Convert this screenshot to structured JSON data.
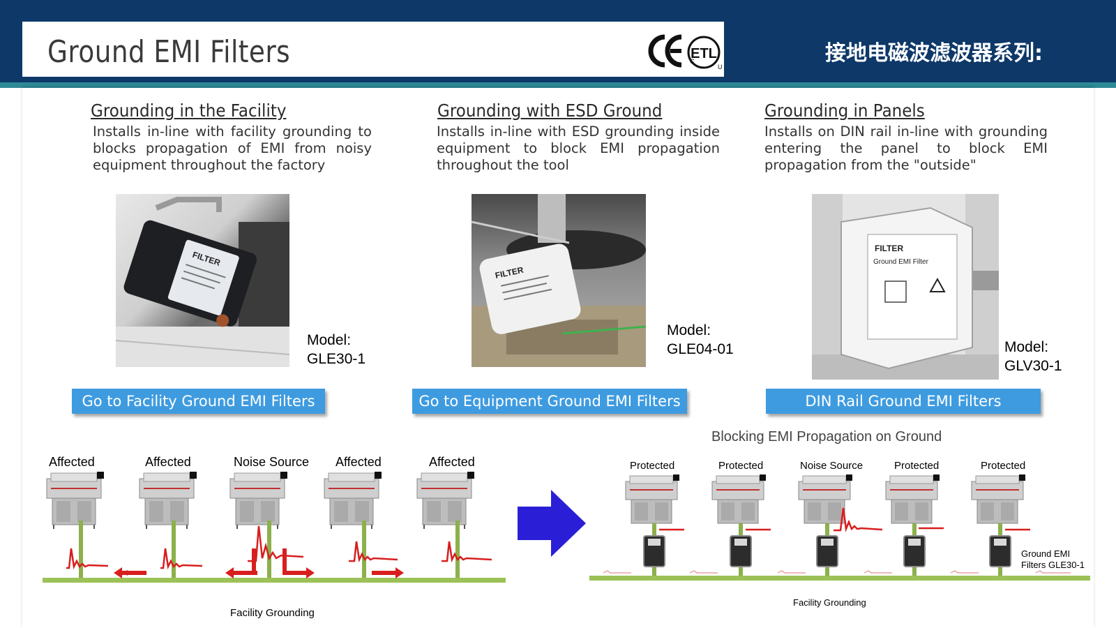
{
  "header": {
    "title": "Ground EMI Filters",
    "chinese_title": "接地电磁波滤波器系列:",
    "logos": [
      "ce-mark",
      "etl-listed-mark"
    ],
    "colors": {
      "band": "#0d3868",
      "strip": "#2e8a96",
      "button": "#3e9be0"
    }
  },
  "columns": [
    {
      "heading": "Grounding in the Facility",
      "description": "Installs in-line with facility grounding to blocks propagation of EMI from noisy equipment throughout the factory",
      "model_label": "Model:",
      "model": "GLE30-1",
      "button": "Go to Facility Ground EMI Filters",
      "photo_text": "FILTER"
    },
    {
      "heading": "Grounding with ESD Ground",
      "description": "Installs in-line with ESD grounding inside equipment to block EMI propagation throughout the tool",
      "model_label": "Model:",
      "model": "GLE04-01",
      "button": "Go to Equipment Ground EMI Filters",
      "photo_text": "FILTER"
    },
    {
      "heading": "Grounding in Panels",
      "description": "Installs on DIN rail in-line with grounding entering the panel to block EMI propagation from the \"outside\"",
      "model_label": "Model:",
      "model": "GLV30-1",
      "button": "DIN Rail Ground EMI Filters",
      "photo_text": "FILTER",
      "photo_subtext": "Ground EMI Filter"
    }
  ],
  "diagram": {
    "left": {
      "labels": [
        "Affected",
        "Affected",
        "Noise Source",
        "Affected",
        "Affected"
      ],
      "ground_label": "Facility Grounding"
    },
    "right": {
      "title": "Blocking EMI Propagation on Ground",
      "labels": [
        "Protected",
        "Protected",
        "Noise Source",
        "Protected",
        "Protected"
      ],
      "ground_label": "Facility Grounding",
      "filter_caption_1": "Ground EMI",
      "filter_caption_2": "Filters GLE30-1"
    },
    "arrow_color": "#2a1fd6"
  }
}
